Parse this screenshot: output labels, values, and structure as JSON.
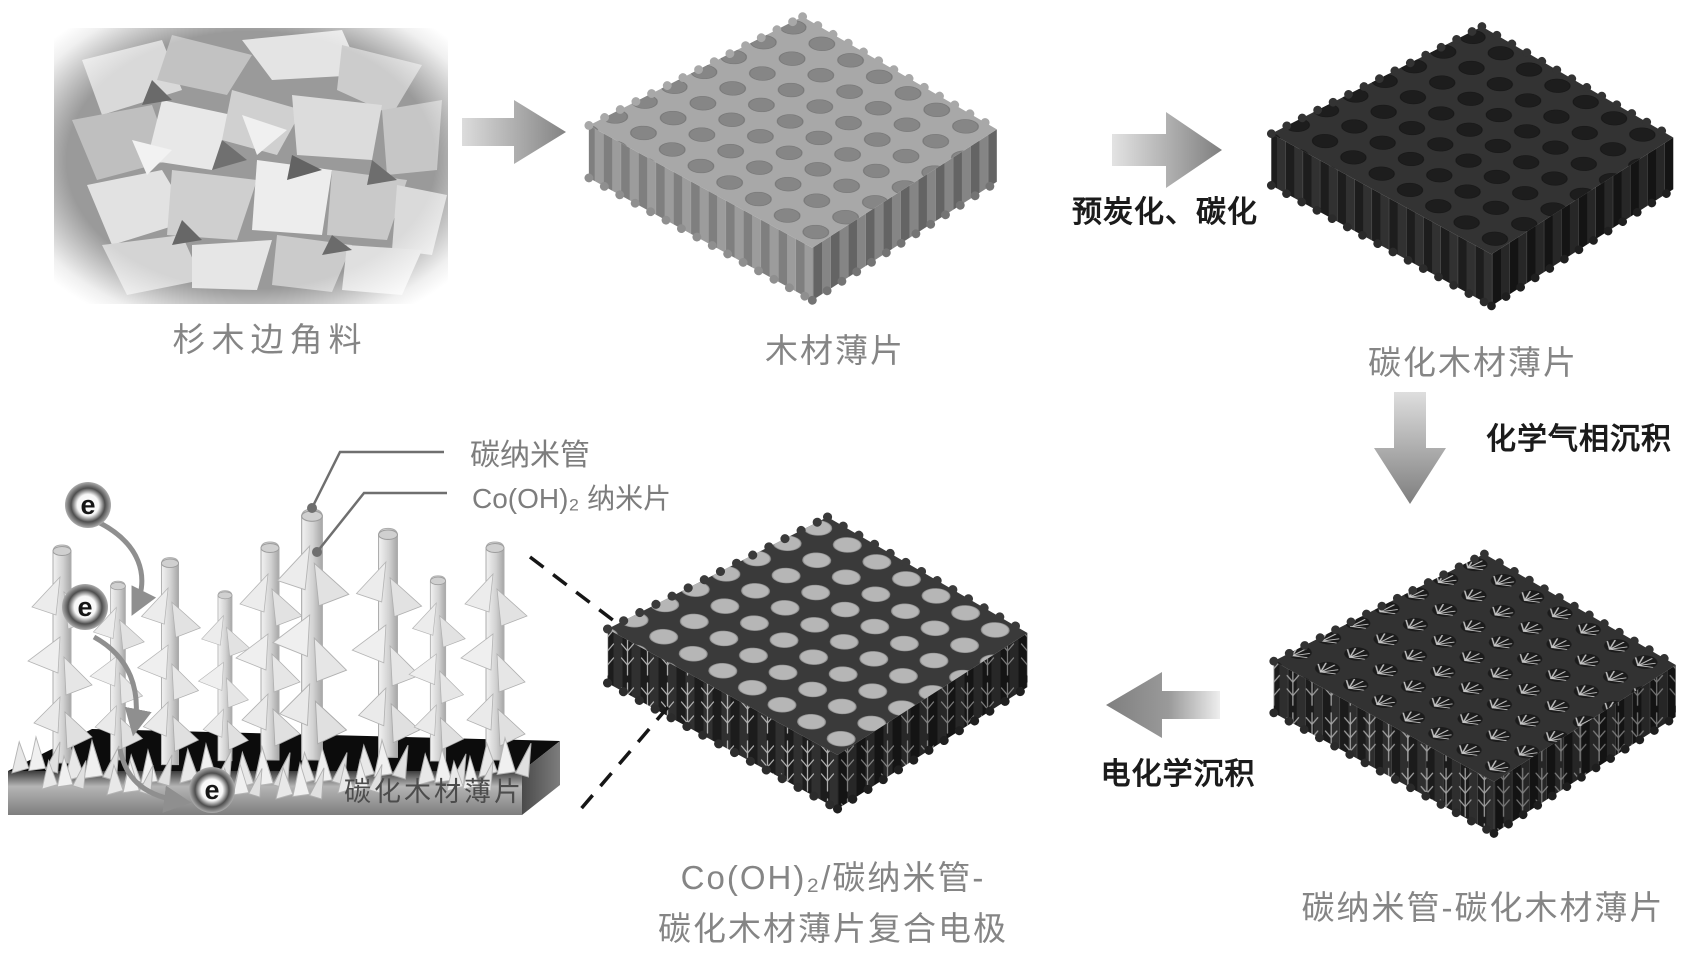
{
  "palette": {
    "background": "#ffffff",
    "caption_text": "#858585",
    "step_text": "#1b1b1b",
    "arrow_gray": "#8f8f8f",
    "wood_slab_gray": "#a6a6a6",
    "carbon_slab_dark": "#303030",
    "composite_dot_light": "#b4b4b4"
  },
  "stages": {
    "wood_scraps": {
      "caption": "杉木边角料"
    },
    "wood_slice": {
      "caption": "木材薄片"
    },
    "carbonized_slice": {
      "caption": "碳化木材薄片"
    },
    "cnt_slice": {
      "caption": "碳纳米管-碳化木材薄片"
    },
    "composite_electrode": {
      "caption_line1": "Co(OH)₂/碳纳米管-",
      "caption_line2": "碳化木材薄片复合电极"
    }
  },
  "steps": {
    "carbonization": {
      "label": "预炭化、碳化"
    },
    "cvd": {
      "label": "化学气相沉积"
    },
    "electrodeposition": {
      "label": "电化学沉积"
    }
  },
  "detail_view": {
    "callout_cnt": "碳纳米管",
    "callout_nanosheet": "Co(OH)₂ 纳米片",
    "substrate_label": "碳化木材薄片",
    "electron_symbol": "e"
  }
}
